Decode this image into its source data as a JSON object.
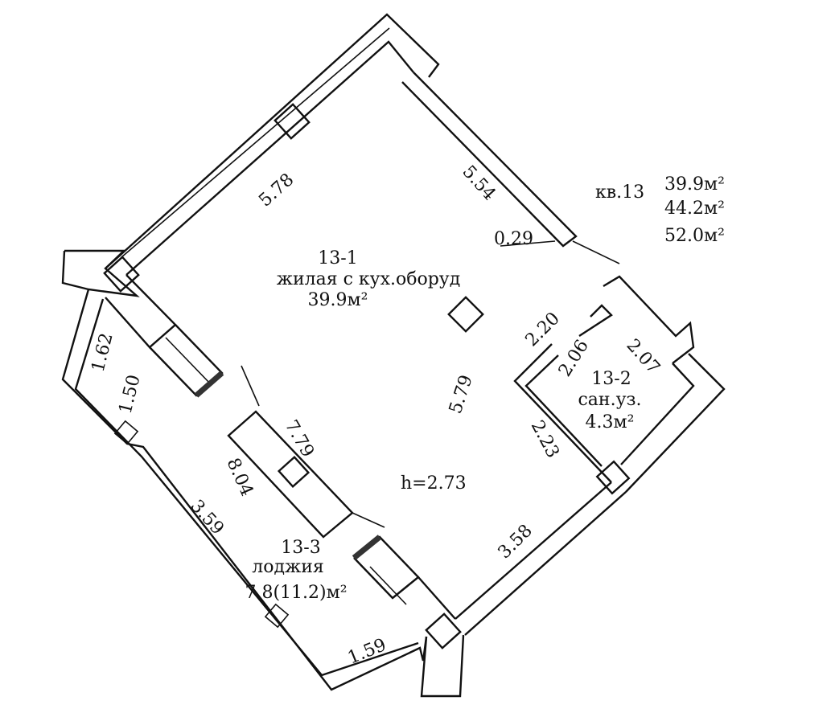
{
  "apartment": {
    "label": "кв.13",
    "areas": [
      "39.9м²",
      "44.2м²",
      "52.0м²"
    ]
  },
  "rooms": [
    {
      "id": "13-1",
      "name": "жилая с кух.оборуд",
      "area": "39.9м²"
    },
    {
      "id": "13-2",
      "name": "сан.уз.",
      "area": "4.3м²"
    },
    {
      "id": "13-3",
      "name": "лоджия",
      "area": "7.8(11.2)м²"
    }
  ],
  "ceiling_height": "h=2.73",
  "dimensions": {
    "top_wall": "5.78",
    "right_wall": "5.54",
    "wall_thickness": "0.29",
    "diagonal": "5.79",
    "bottom_wall": "3.58",
    "partition_a": "7.79",
    "partition_b": "8.04",
    "bath_top": "2.20",
    "bath_inner_a": "2.06",
    "bath_inner_b": "2.07",
    "bath_side": "2.23",
    "loggia_short": "1.62",
    "loggia_width": "1.50",
    "loggia_long": "3.59",
    "loggia_end": "1.59"
  }
}
